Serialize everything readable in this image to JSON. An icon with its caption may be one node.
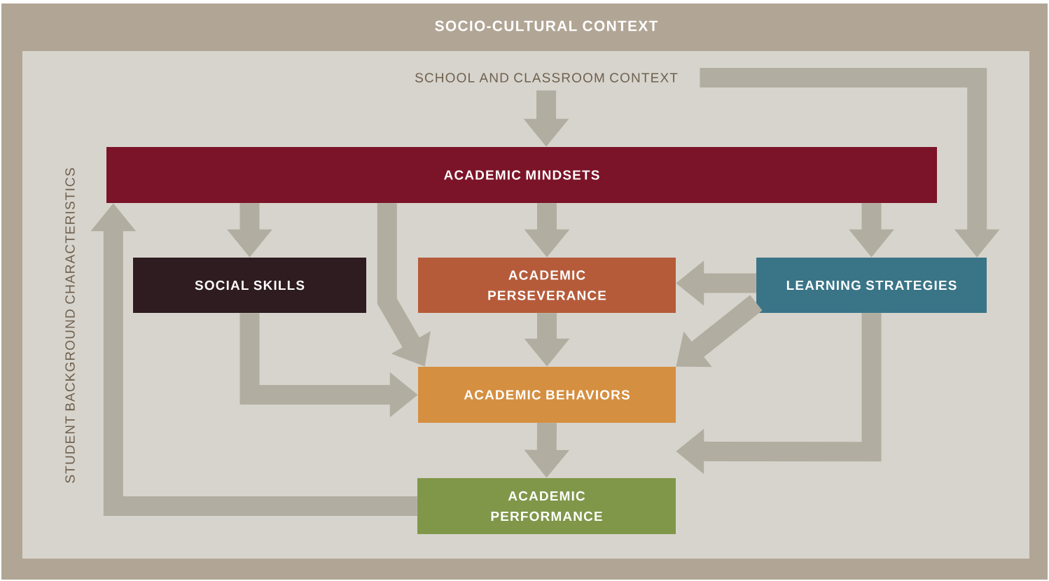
{
  "diagram": {
    "nodes": [
      {
        "text": [
          "SOCIO-CULTURAL CONTEXT"
        ]
      },
      {
        "text": [
          "SCHOOL AND CLASSROOM CONTEXT",
          "STUDENT BACKGROUND CHARACTERISTICS"
        ],
        "in": 0
      },
      {
        "text": [
          "ACADEMIC MINDSETS"
        ],
        "in": 1
      },
      {
        "text": [
          "SOCIAL SKILLS"
        ],
        "in": 1
      },
      {
        "text": [
          "ACADEMIC PERSEVERANCE"
        ],
        "in": 1
      },
      {
        "text": [
          "LEARNING STRATEGIES"
        ],
        "in": 1
      },
      {
        "text": [
          "ACADEMIC BEHAVIORS"
        ],
        "in": 1
      },
      {
        "text": [
          "ACADEMIC PERFORMANCE"
        ],
        "in": 1
      }
    ],
    "edges": [
      {
        "from": 1,
        "to": 2,
        "arrow": "to"
      },
      {
        "from": 1,
        "to": 5,
        "arrow": "to"
      },
      {
        "from": 2,
        "to": 3,
        "arrow": "to"
      },
      {
        "from": 2,
        "to": 6,
        "arrow": "to"
      },
      {
        "from": 2,
        "to": 4,
        "arrow": "to"
      },
      {
        "from": 2,
        "to": 5,
        "arrow": "to"
      },
      {
        "from": 5,
        "to": 4,
        "arrow": "to"
      },
      {
        "from": 5,
        "to": 6,
        "arrow": "to"
      },
      {
        "from": 5,
        "to": 7,
        "arrow": "to"
      },
      {
        "from": 3,
        "to": 6,
        "arrow": "to"
      },
      {
        "from": 4,
        "to": 6,
        "arrow": "to"
      },
      {
        "from": 6,
        "to": 7,
        "arrow": "to"
      },
      {
        "from": 7,
        "to": 2,
        "arrow": "to"
      }
    ]
  }
}
